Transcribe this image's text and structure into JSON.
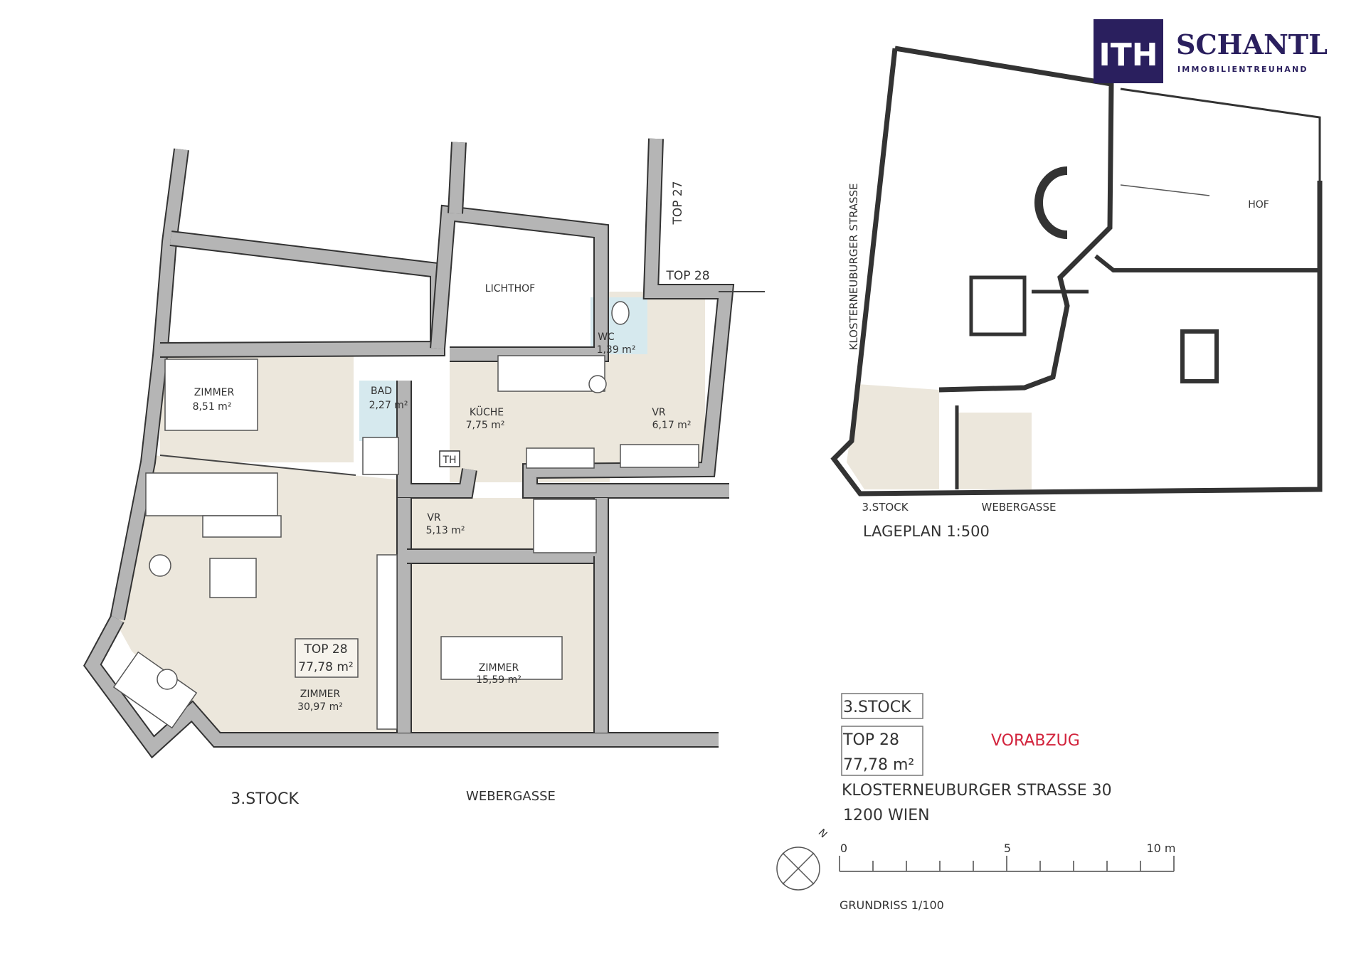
{
  "logo": {
    "mark": "ITH",
    "name": "SCHANTL",
    "tagline": "IMMOBILIENTREUHAND",
    "color": "#2a1f5e"
  },
  "floorplan": {
    "rooms": [
      {
        "name": "LICHTHOF",
        "area": ""
      },
      {
        "name": "WC",
        "area": "1,39 m²"
      },
      {
        "name": "ZIMMER",
        "area": "8,51 m²"
      },
      {
        "name": "BAD",
        "area": "2,27 m²"
      },
      {
        "name": "KÜCHE",
        "area": "7,75 m²"
      },
      {
        "name": "VR",
        "area": "6,17 m²"
      },
      {
        "name": "VR",
        "area": "5,13 m²"
      },
      {
        "name": "ZIMMER",
        "area": "30,97 m²"
      },
      {
        "name": "ZIMMER",
        "area": "15,59 m²"
      }
    ],
    "th_label": "TH",
    "unit_box": {
      "title": "TOP 28",
      "area": "77,78 m²"
    },
    "neighbor_top27": "TOP 27",
    "neighbor_top28": "TOP 28",
    "floor_label": "3.STOCK",
    "street_label": "WEBERGASSE"
  },
  "siteplan": {
    "hof": "HOF",
    "street_vertical": "KLOSTERNEUBURGER STRASSE",
    "floor_label": "3.STOCK",
    "street_label": "WEBERGASSE",
    "title": "LAGEPLAN 1:500"
  },
  "info": {
    "floor": "3.STOCK",
    "unit": "TOP 28",
    "area": "77,78 m²",
    "status": "VORABZUG",
    "status_color": "#d2233c",
    "address_line1": "KLOSTERNEUBURGER STRASSE 30",
    "address_line2": "1200 WIEN"
  },
  "scale_bar": {
    "ticks": [
      "0",
      "5",
      "10 m"
    ],
    "label": "GRUNDRISS 1/100"
  },
  "compass": {
    "label": "N"
  }
}
